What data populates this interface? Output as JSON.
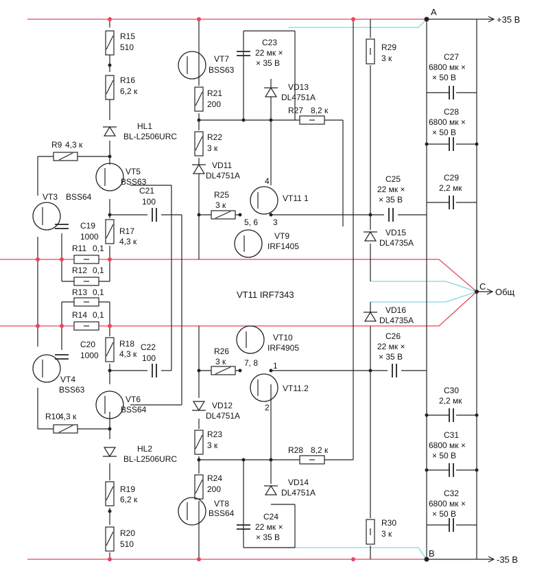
{
  "rails": {
    "top_node": "A",
    "top_voltage": "+35 В",
    "bottom_node": "B",
    "bottom_voltage": "-35 В",
    "common_node": "C",
    "common_label": "Общ"
  },
  "title_transistor": "VT11 IRF7343",
  "components": [
    {
      "ref": "R15",
      "value": "510"
    },
    {
      "ref": "R16",
      "value": "6,2 к"
    },
    {
      "ref": "HL1",
      "value": "BL-L2506URC"
    },
    {
      "ref": "R9",
      "value": "4,3 к"
    },
    {
      "ref": "VT5",
      "value": "BSS63"
    },
    {
      "ref": "VT3",
      "value": "BSS64"
    },
    {
      "ref": "C21",
      "value": "100"
    },
    {
      "ref": "C19",
      "value": "1000"
    },
    {
      "ref": "R17",
      "value": "4,3 к"
    },
    {
      "ref": "R11",
      "value": "0,1"
    },
    {
      "ref": "R12",
      "value": "0,1"
    },
    {
      "ref": "R13",
      "value": "0,1"
    },
    {
      "ref": "R14",
      "value": "0,1"
    },
    {
      "ref": "C20",
      "value": "1000"
    },
    {
      "ref": "R18",
      "value": "4,3 к"
    },
    {
      "ref": "C22",
      "value": "100"
    },
    {
      "ref": "VT4",
      "value": "BSS63"
    },
    {
      "ref": "VT6",
      "value": "BSS64"
    },
    {
      "ref": "R10",
      "value": "4,3 к"
    },
    {
      "ref": "HL2",
      "value": "BL-L2506URC"
    },
    {
      "ref": "R19",
      "value": "6,2 к"
    },
    {
      "ref": "R20",
      "value": "510"
    },
    {
      "ref": "VT7",
      "value": "BSS63"
    },
    {
      "ref": "R21",
      "value": "200"
    },
    {
      "ref": "R22",
      "value": "3 к"
    },
    {
      "ref": "VD11",
      "value": "DL4751A"
    },
    {
      "ref": "R25",
      "value": "3 к"
    },
    {
      "ref": "VT9",
      "value": "IRF1405"
    },
    {
      "ref": "C23",
      "value": "22 мк ×",
      "value2": "× 35 В"
    },
    {
      "ref": "VD13",
      "value": "DL4751A"
    },
    {
      "ref": "R27",
      "value": "8,2 к"
    },
    {
      "ref": "VT11 1",
      "value": ""
    },
    {
      "ref": "VT10",
      "value": "IRF4905"
    },
    {
      "ref": "R26",
      "value": "3 к"
    },
    {
      "ref": "VT11.2",
      "value": ""
    },
    {
      "ref": "VD12",
      "value": "DL4751A"
    },
    {
      "ref": "R23",
      "value": "3 к"
    },
    {
      "ref": "R24",
      "value": "200"
    },
    {
      "ref": "R28",
      "value": "8,2 к"
    },
    {
      "ref": "VT8",
      "value": "BSS64"
    },
    {
      "ref": "VD14",
      "value": "DL4751A"
    },
    {
      "ref": "C24",
      "value": "22 мк ×",
      "value2": "× 35 В"
    },
    {
      "ref": "R29",
      "value": "3 к"
    },
    {
      "ref": "C25",
      "value": "22 мк ×",
      "value2": "× 35 В"
    },
    {
      "ref": "VD15",
      "value": "DL4735A"
    },
    {
      "ref": "VD16",
      "value": "DL4735A"
    },
    {
      "ref": "C26",
      "value": "22 мк ×",
      "value2": "× 35 В"
    },
    {
      "ref": "R30",
      "value": "3 к"
    },
    {
      "ref": "C27",
      "value": "6800 мк ×",
      "value2": "× 50 В"
    },
    {
      "ref": "C28",
      "value": "6800 мк ×",
      "value2": "× 50 В"
    },
    {
      "ref": "C29",
      "value": "2,2 мк"
    },
    {
      "ref": "C30",
      "value": "2,2 мк"
    },
    {
      "ref": "C31",
      "value": "6800 мк ×",
      "value2": "× 50 В"
    },
    {
      "ref": "C32",
      "value": "6800 мк ×",
      "value2": "× 50 В"
    }
  ],
  "pins": {
    "vt11_1_gate": "4",
    "vt11_1_drain": "5, 6",
    "vt11_1_source": "3",
    "vt11_2_drain": "7, 8",
    "vt11_2_gate": "1",
    "vt11_2_source": "2"
  }
}
